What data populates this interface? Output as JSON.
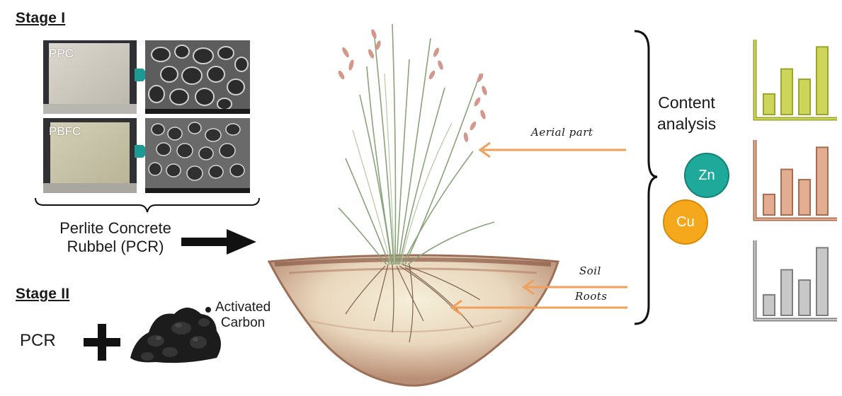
{
  "stage1": {
    "title": "Stage I",
    "panels": [
      {
        "label": "PPC"
      },
      {
        "label": "PBFC"
      }
    ],
    "caption_line1": "Perlite Concrete",
    "caption_line2": "Rubbel (PCR)"
  },
  "stage2": {
    "title": "Stage II",
    "pcr_label": "PCR",
    "carbon_line1": "Activated",
    "carbon_line2": "Carbon"
  },
  "plant": {
    "labels": {
      "aerial": "Aerial part",
      "soil": "Soil",
      "roots": "Roots"
    }
  },
  "analysis": {
    "title_line1": "Content",
    "title_line2": "analysis",
    "elements": [
      {
        "symbol": "Zn",
        "color": "#1fa99a"
      },
      {
        "symbol": "Cu",
        "color": "#f5a81c"
      }
    ]
  },
  "colors": {
    "arrow_orange": "#f0a05a",
    "teal_arrow": "#1e9a94",
    "chart_yellow": "#cdd65a",
    "chart_brown": "#e2ad90",
    "chart_gray": "#c8c8c8"
  },
  "mini_charts": [
    {
      "name": "aerial",
      "values": [
        0.28,
        0.62,
        0.48,
        0.92
      ]
    },
    {
      "name": "soil",
      "values": [
        0.28,
        0.62,
        0.48,
        0.92
      ]
    },
    {
      "name": "roots",
      "values": [
        0.28,
        0.62,
        0.48,
        0.92
      ]
    }
  ]
}
